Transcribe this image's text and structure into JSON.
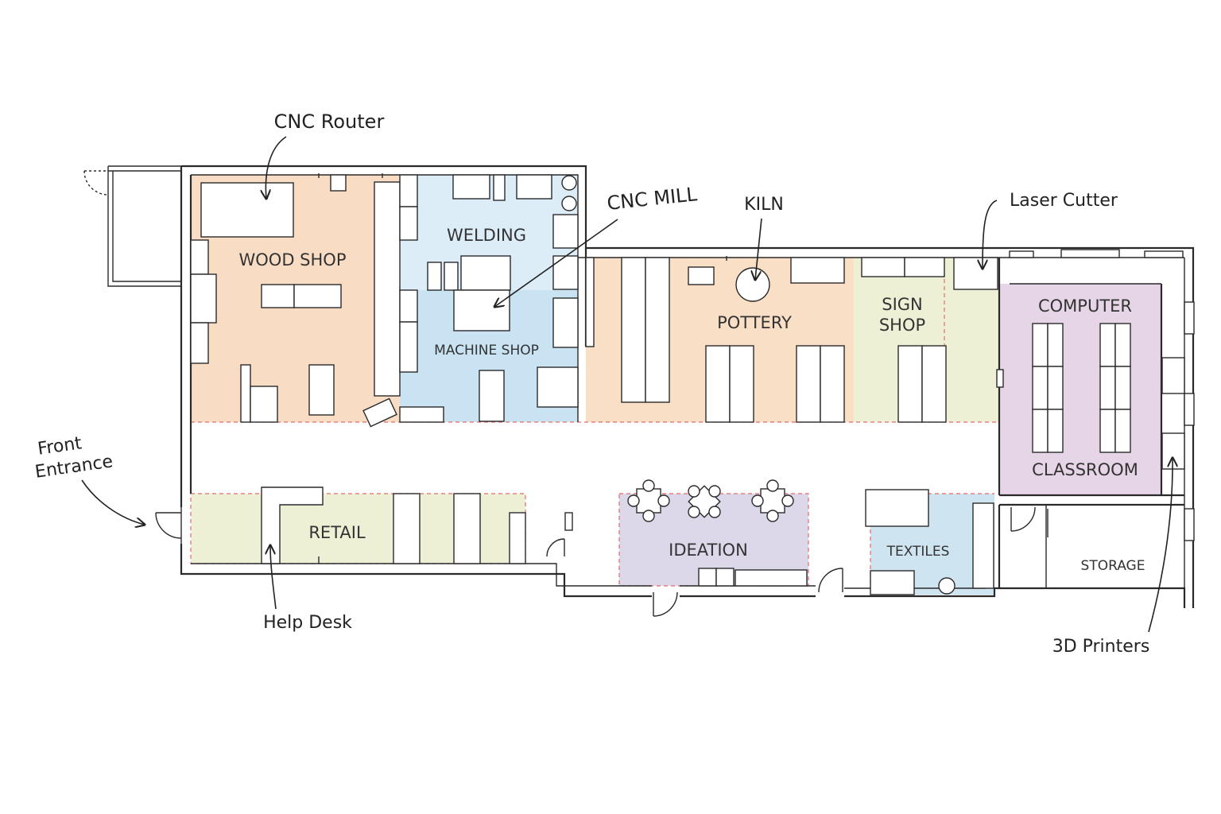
{
  "colors": {
    "wood": "#f8dcc4",
    "welding": "#ddedf8",
    "machine": "#c9e3f3",
    "pottery": "#f9dfc6",
    "sign": "#eef0d6",
    "computer": "#e6d5e6",
    "retail": "#eef0d6",
    "ideation": "#dcd8ea",
    "textiles": "#cfe4f1",
    "zone_border": "#e06b6b",
    "wall": "#2a2a2a"
  },
  "rooms": {
    "wood_shop": "WOOD SHOP",
    "welding": "WELDING",
    "machine_shop": "MACHINE SHOP",
    "pottery": "POTTERY",
    "sign_shop_line1": "SIGN",
    "sign_shop_line2": "SHOP",
    "computer_line1": "COMPUTER",
    "computer_line2": "CLASSROOM",
    "retail": "RETAIL",
    "ideation": "IDEATION",
    "textiles": "TEXTILES",
    "storage": "STORAGE"
  },
  "annotations": {
    "cnc_router": "CNC Router",
    "cnc_mill": "CNC MILL",
    "kiln": "KILN",
    "laser_cutter": "Laser Cutter",
    "front_entrance_line1": "Front",
    "front_entrance_line2": "Entrance",
    "help_desk": "Help Desk",
    "printers_3d": "3D Printers"
  }
}
